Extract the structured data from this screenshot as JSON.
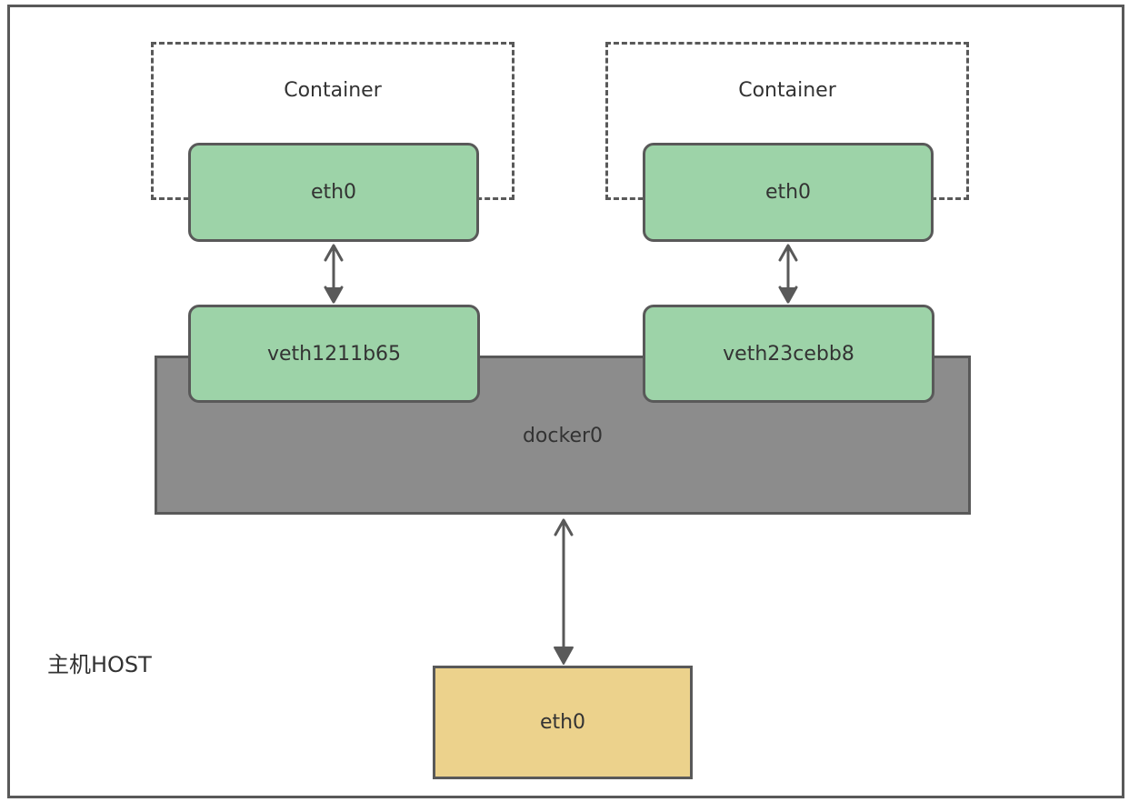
{
  "host": {
    "label": "主机HOST",
    "interface": "eth0"
  },
  "bridge": {
    "label": "docker0"
  },
  "containers": [
    {
      "label": "Container",
      "interface": "eth0",
      "veth": "veth1211b65"
    },
    {
      "label": "Container",
      "interface": "eth0",
      "veth": "veth23cebb8"
    }
  ],
  "colors": {
    "container_interface": "#9dd3a8",
    "bridge": "#8c8c8c",
    "host_interface": "#ecd28c",
    "stroke": "#595959"
  }
}
